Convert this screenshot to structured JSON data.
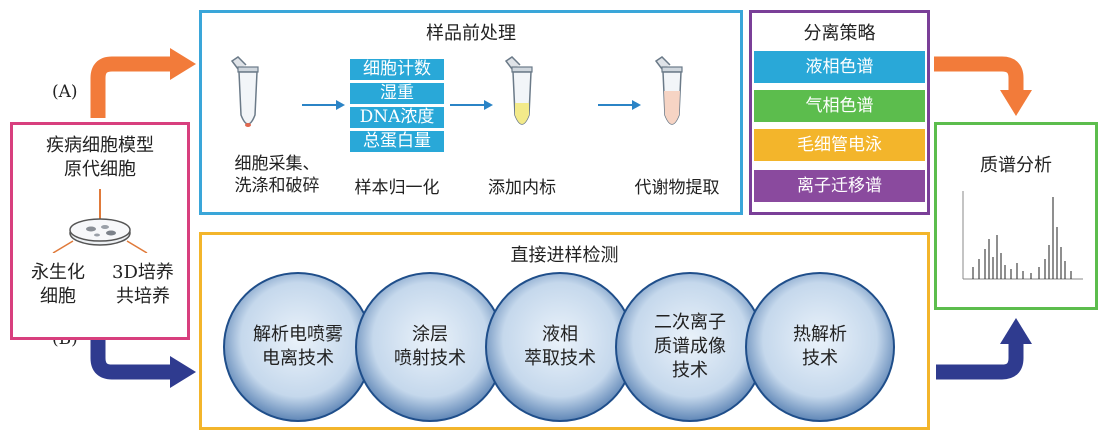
{
  "labels": {
    "a": "(A)",
    "b": "(B)"
  },
  "model": {
    "title_line1": "疾病细胞模型",
    "title_line2": "原代细胞",
    "left_label_line1": "永生化",
    "left_label_line2": "细胞",
    "right_label_line1": "3D培养",
    "right_label_line2": "共培养"
  },
  "prep": {
    "title": "样品前处理",
    "normalization_items": [
      "细胞计数",
      "湿重",
      "DNA浓度",
      "总蛋白量"
    ],
    "step1_line1": "细胞采集、",
    "step1_line2": "洗涤和破碎",
    "step2": "样本归一化",
    "step3": "添加内标",
    "step4": "代谢物提取"
  },
  "separation": {
    "title": "分离策略",
    "items": [
      {
        "label": "液相色谱",
        "color": "#29a8d8"
      },
      {
        "label": "气相色谱",
        "color": "#5cbd4d"
      },
      {
        "label": "毛细管电泳",
        "color": "#f3b52b"
      },
      {
        "label": "离子迁移谱",
        "color": "#8a4a9e"
      }
    ]
  },
  "ms": {
    "title": "质谱分析"
  },
  "direct": {
    "title": "直接进样检测",
    "techniques": [
      {
        "line1": "解析电喷雾",
        "line2": "电离技术",
        "line3": ""
      },
      {
        "line1": "涂层",
        "line2": "喷射技术",
        "line3": ""
      },
      {
        "line1": "液相",
        "line2": "萃取技术",
        "line3": ""
      },
      {
        "line1": "二次离子",
        "line2": "质谱成像",
        "line3": "技术"
      },
      {
        "line1": "热解析",
        "line2": "技术",
        "line3": ""
      }
    ]
  },
  "colors": {
    "arrow_a": "#f27b3a",
    "arrow_b": "#2f3b8f",
    "flow_arrow": "#2b84c6"
  },
  "icons": [
    "tube-icon",
    "petri-dish-icon",
    "mass-spectrum-icon",
    "curved-arrow-icon"
  ]
}
